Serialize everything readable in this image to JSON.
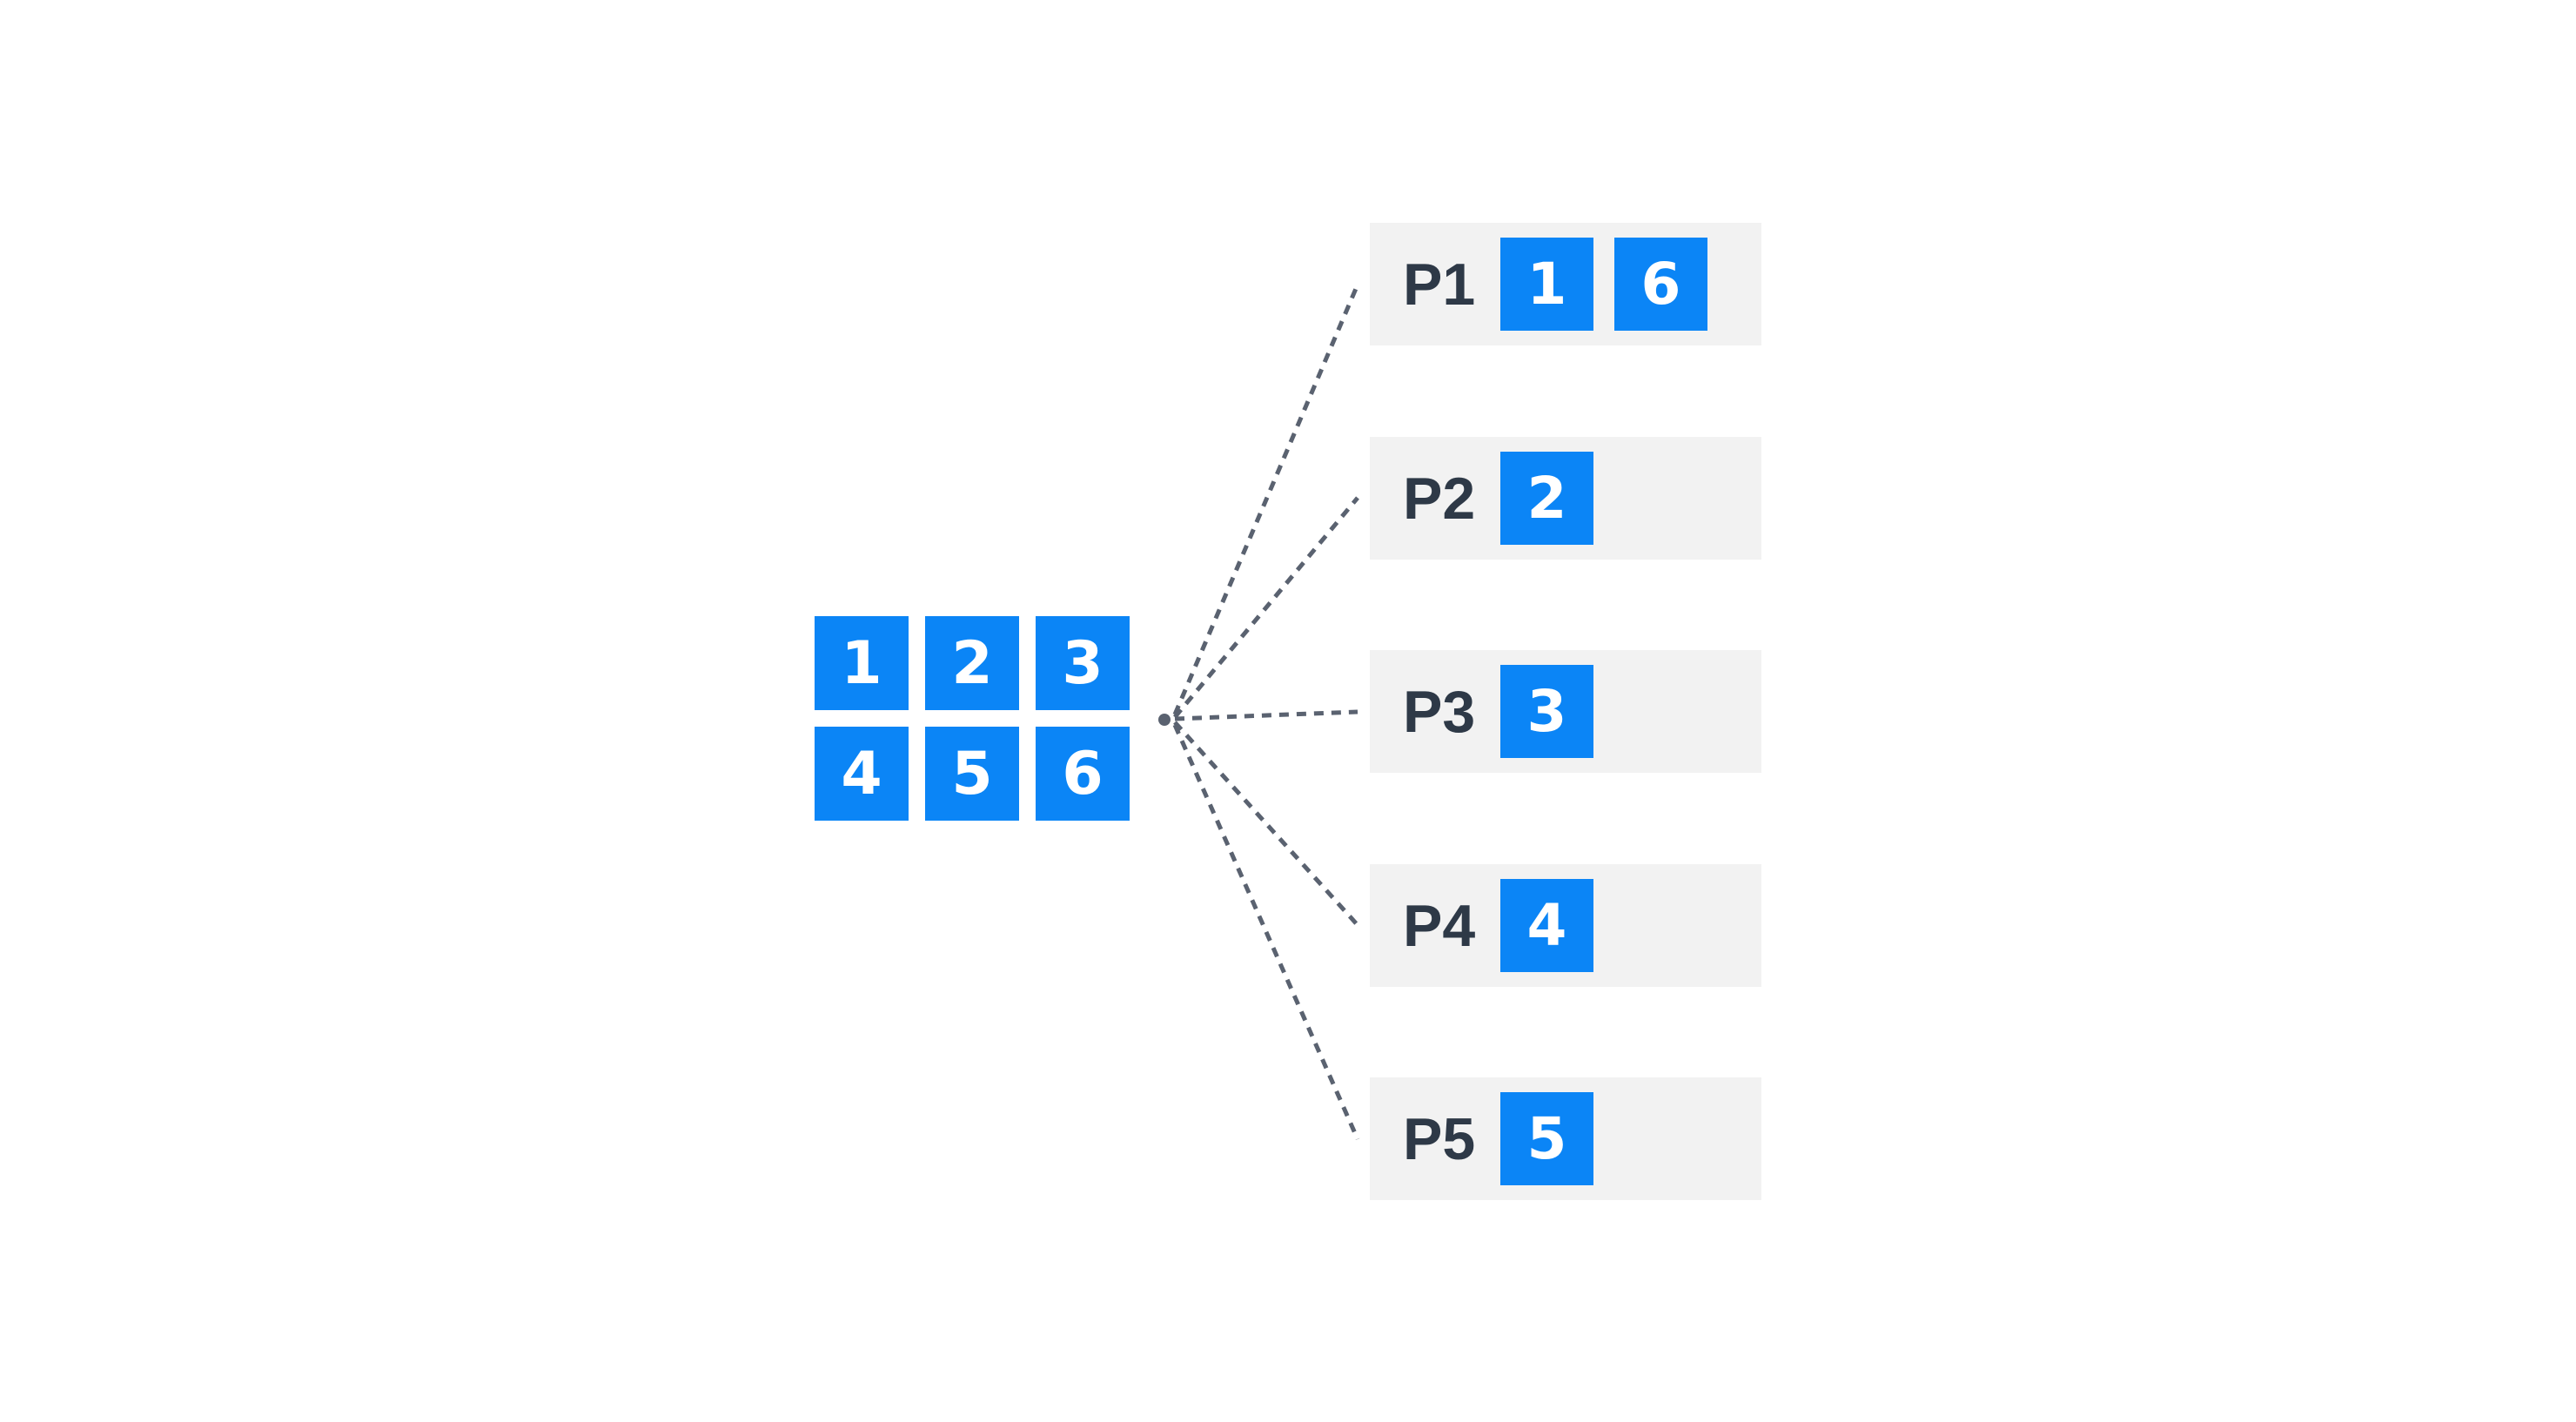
{
  "colors": {
    "canvas-bg": "#ffffff",
    "block-blue": "#0b85f6",
    "block-text": "#ffffff",
    "row-bg": "#f2f2f2",
    "label-text": "#2e3947",
    "line-gray": "#5a6270"
  },
  "source_grid": {
    "cells": [
      "1",
      "2",
      "3",
      "4",
      "5",
      "6"
    ]
  },
  "partitions": [
    {
      "label": "P1",
      "chips": [
        "1",
        "6"
      ]
    },
    {
      "label": "P2",
      "chips": [
        "2"
      ]
    },
    {
      "label": "P3",
      "chips": [
        "3"
      ]
    },
    {
      "label": "P4",
      "chips": [
        "4"
      ]
    },
    {
      "label": "P5",
      "chips": [
        "5"
      ]
    }
  ]
}
